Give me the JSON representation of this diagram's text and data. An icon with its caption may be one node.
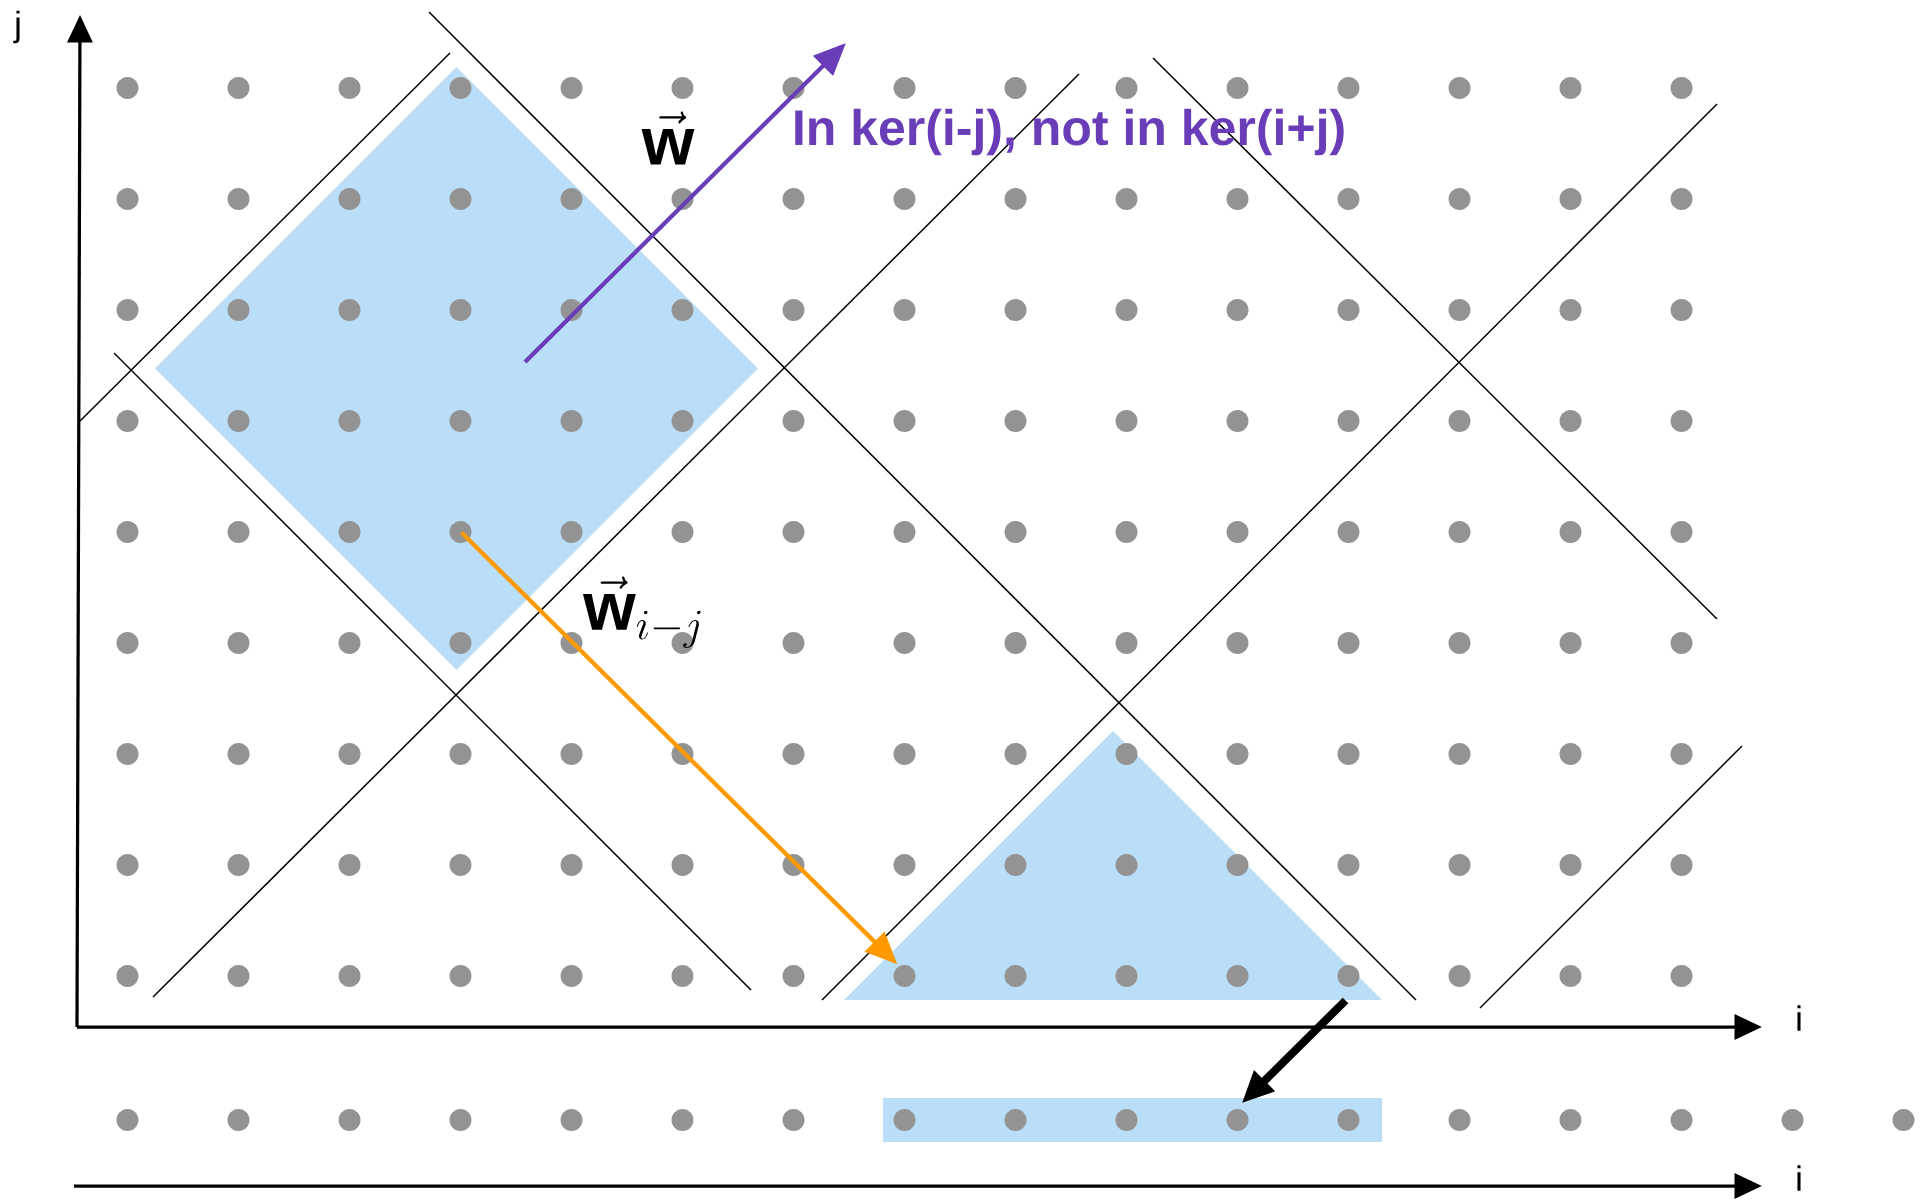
{
  "diagram": {
    "nodes": [
      {
        "text": [],
        "shape": "diamond"
      },
      {
        "text": [],
        "shape": "triangle"
      },
      {
        "text": [],
        "shape": "bar"
      }
    ],
    "edges": [
      {
        "from": 0,
        "to": 1,
        "arrow": "to",
        "color": "#ff9900"
      },
      {
        "from": 1,
        "to": 2,
        "arrow": "to",
        "style": "thick",
        "color": "#000000"
      }
    ],
    "labels": [
      "j",
      "\\vec{\\mathbf{w}}",
      "In ker(i-j), not in ker(i+j)",
      "\\vec{\\mathbf{w}}_{i-j}",
      "i",
      "i"
    ]
  }
}
